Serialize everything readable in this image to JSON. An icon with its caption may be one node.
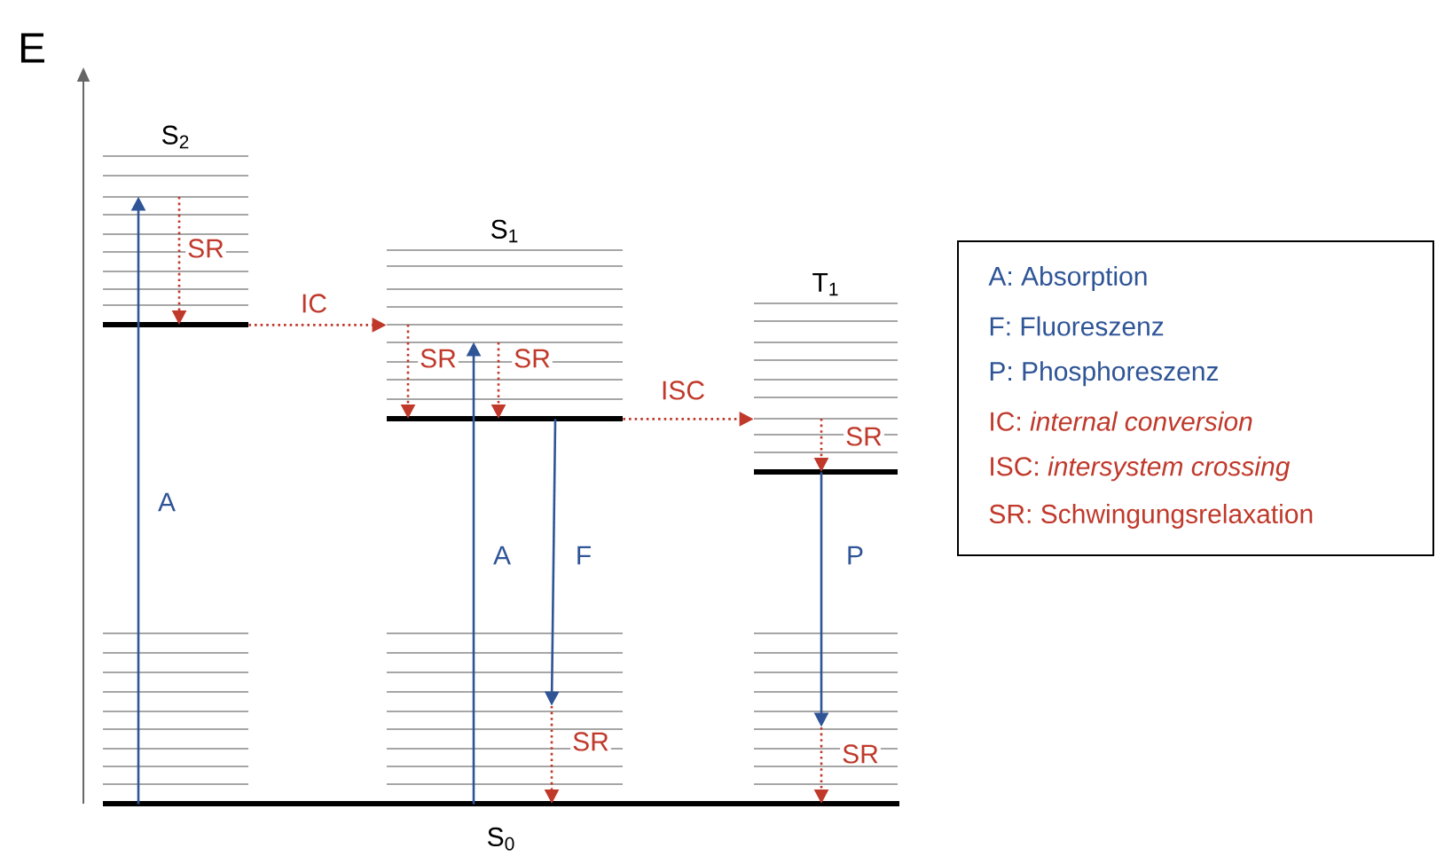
{
  "diagram": {
    "nodes": [
      {
        "text": [
          "S$_{2}$"
        ]
      },
      {
        "text": [
          "S$_{1}$"
        ]
      },
      {
        "text": [
          "T$_{1}$"
        ]
      },
      {
        "text": [
          "S$_{0}$"
        ]
      }
    ],
    "edges": [
      {
        "from": 3,
        "to": 0,
        "arrow": "to",
        "label": "A",
        "color": "#2f5597"
      },
      {
        "from": 0,
        "to": 1,
        "arrow": "to",
        "label": "IC",
        "style": "dashed",
        "color": "#c0392b"
      },
      {
        "from": 3,
        "to": 1,
        "arrow": "to",
        "label": "A",
        "color": "#2f5597"
      },
      {
        "from": 1,
        "to": 3,
        "arrow": "to",
        "label": "F",
        "color": "#2f5597"
      },
      {
        "from": 1,
        "to": 2,
        "arrow": "to",
        "label": "ISC",
        "style": "dashed",
        "color": "#c0392b"
      },
      {
        "from": 2,
        "to": 3,
        "arrow": "to",
        "label": "P",
        "color": "#2f5597"
      }
    ],
    "labels": [
      "E",
      "SR",
      "SR",
      "SR",
      "SR",
      "SR",
      "SR"
    ],
    "legend": [
      {
        "text": "A: Absorption",
        "color": "#2f5597"
      },
      {
        "text": "F: Fluoreszenz",
        "color": "#2f5597"
      },
      {
        "text": "P: Phosphoreszenz",
        "color": "#2f5597"
      },
      {
        "text": "IC: *internal conversion*",
        "color": "#c0392b"
      },
      {
        "text": "ISC: *intersystem crossing*",
        "color": "#c0392b"
      },
      {
        "text": "SR: Schwingungsrelaxation",
        "color": "#c0392b"
      }
    ]
  }
}
